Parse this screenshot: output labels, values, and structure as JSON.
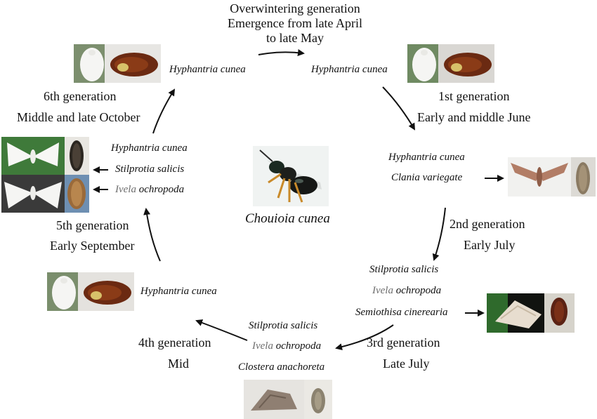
{
  "center": {
    "name": "Chouioia cunea"
  },
  "overwintering": {
    "line1": "Overwintering generation",
    "line2": "Emergence from late April",
    "line3": "to late May"
  },
  "gen1": {
    "name": "1st generation",
    "period": "Early and middle June"
  },
  "gen2": {
    "name": "2nd generation",
    "period": "Early July"
  },
  "gen3": {
    "name": "3rd generation",
    "period": "Late July"
  },
  "gen4": {
    "name": "4th generation",
    "period": "Mid"
  },
  "gen5": {
    "name": "5th generation",
    "period": "Early September"
  },
  "gen6": {
    "name": "6th generation",
    "period": "Middle and late October"
  },
  "hosts": {
    "top_left": "Hyphantria cunea",
    "top_right": "Hyphantria cunea",
    "right_1": "Hyphantria cunea",
    "right_2": "Clania variegate",
    "lower_right_1": "Stilprotia salicis",
    "lower_right_2_genus": "Ivela",
    "lower_right_2_species": " ochropoda",
    "lower_right_3": "Semiothisa cinerearia",
    "bottom_1": "Stilprotia salicis",
    "bottom_2_genus": "Ivela",
    "bottom_2_species": " ochropoda",
    "bottom_3": "Clostera anachoreta",
    "lower_left": "Hyphantria cunea",
    "left_1": "Hyphantria cunea",
    "left_2": "Stilprotia salicis",
    "left_3_genus": "Ivela",
    "left_3_species": " ochropoda"
  },
  "colors": {
    "text": "#111111",
    "muted_genus": "#6e6e6e",
    "white_moth": "#f4f4f2",
    "pupa": "#6b2a12",
    "foliage": "#3f7a3a",
    "wasp_body": "#1b1f1c",
    "wasp_legs": "#c98a2a"
  }
}
